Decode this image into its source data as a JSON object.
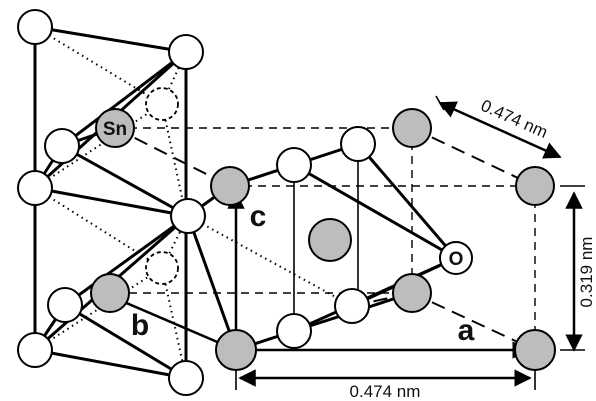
{
  "labels": {
    "sn": "Sn",
    "o": "O",
    "a": "a",
    "b": "b",
    "c": "c",
    "dim_top": "0.474 nm",
    "dim_bottom": "0.474 nm",
    "dim_right": "0.319 nm"
  },
  "colors": {
    "tin": "#bdbdbd",
    "oxygen": "#ffffff",
    "line": "#000000"
  }
}
